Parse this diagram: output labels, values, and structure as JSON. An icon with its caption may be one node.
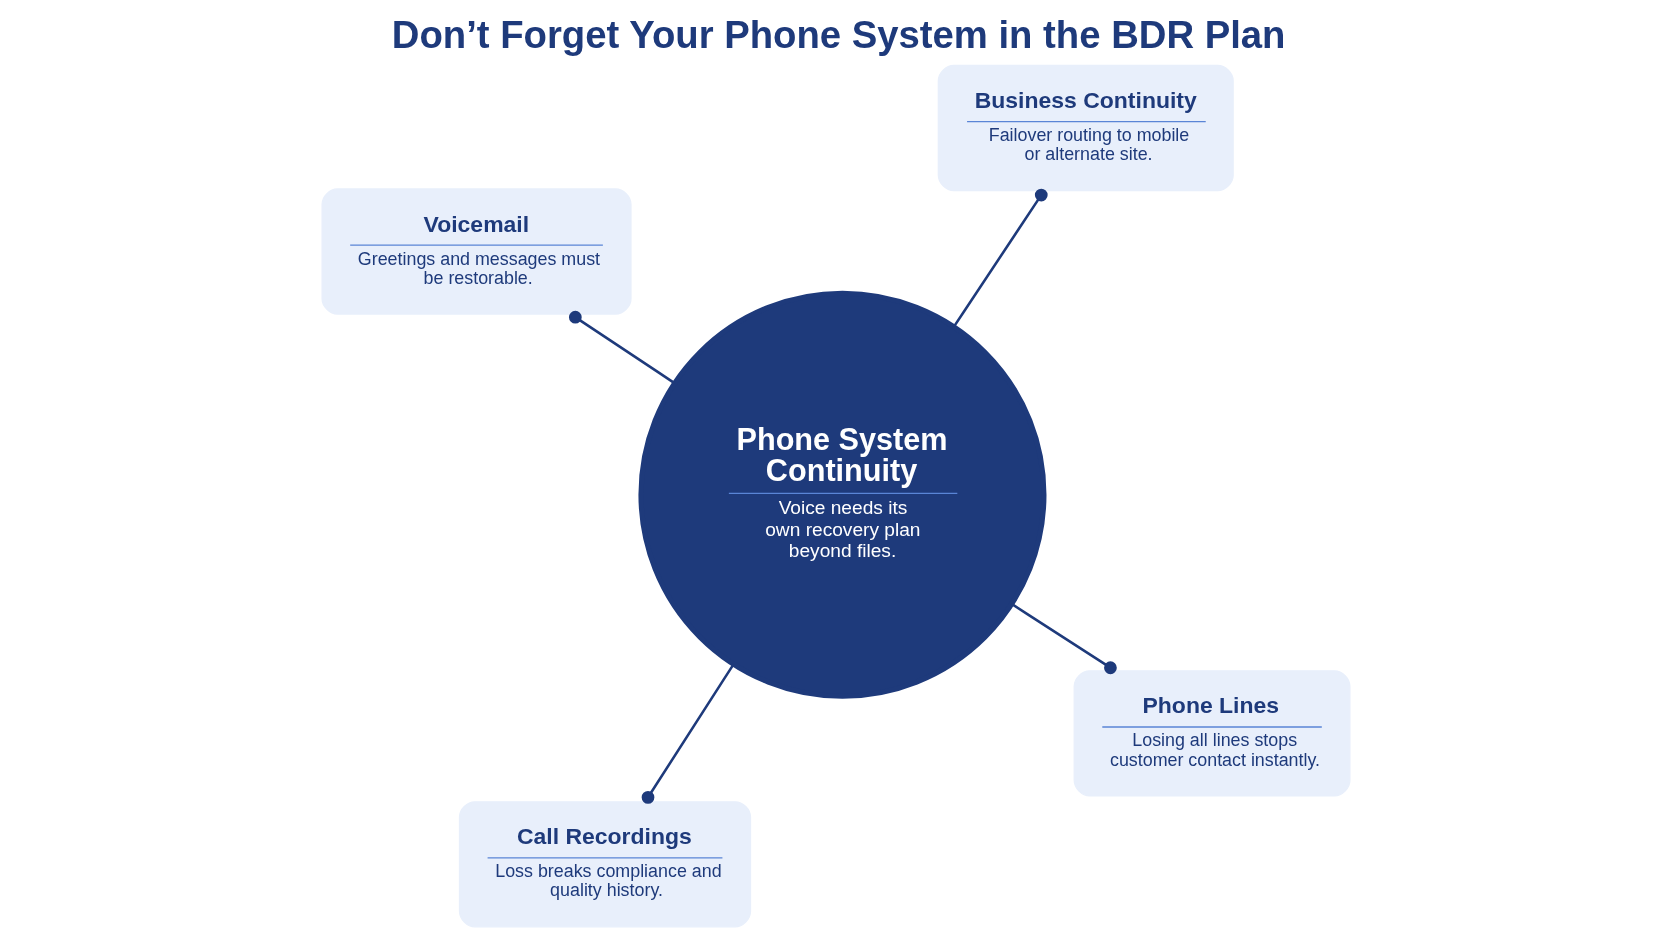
{
  "diagram": {
    "title": "Don’t Forget Your Phone System in the BDR Plan",
    "nodes": [
      {
        "text": [
          "Phone System Continuity",
          "Voice needs its own recovery plan beyond files."
        ]
      },
      {
        "text": [
          "Phone Lines",
          "Losing all lines stops customer contact instantly."
        ]
      },
      {
        "text": [
          "Call Recordings",
          "Loss breaks compliance and quality history."
        ]
      },
      {
        "text": [
          "Voicemail",
          "Greetings and messages must be restorable."
        ]
      },
      {
        "text": [
          "Business Continuity",
          "Failover routing to mobile or alternate site."
        ]
      }
    ],
    "edges": [
      {
        "from": 0,
        "to": 1,
        "arrow": "other"
      },
      {
        "from": 0,
        "to": 2,
        "arrow": "other"
      },
      {
        "from": 0,
        "to": 3,
        "arrow": "other"
      },
      {
        "from": 0,
        "to": 4,
        "arrow": "other"
      }
    ]
  }
}
